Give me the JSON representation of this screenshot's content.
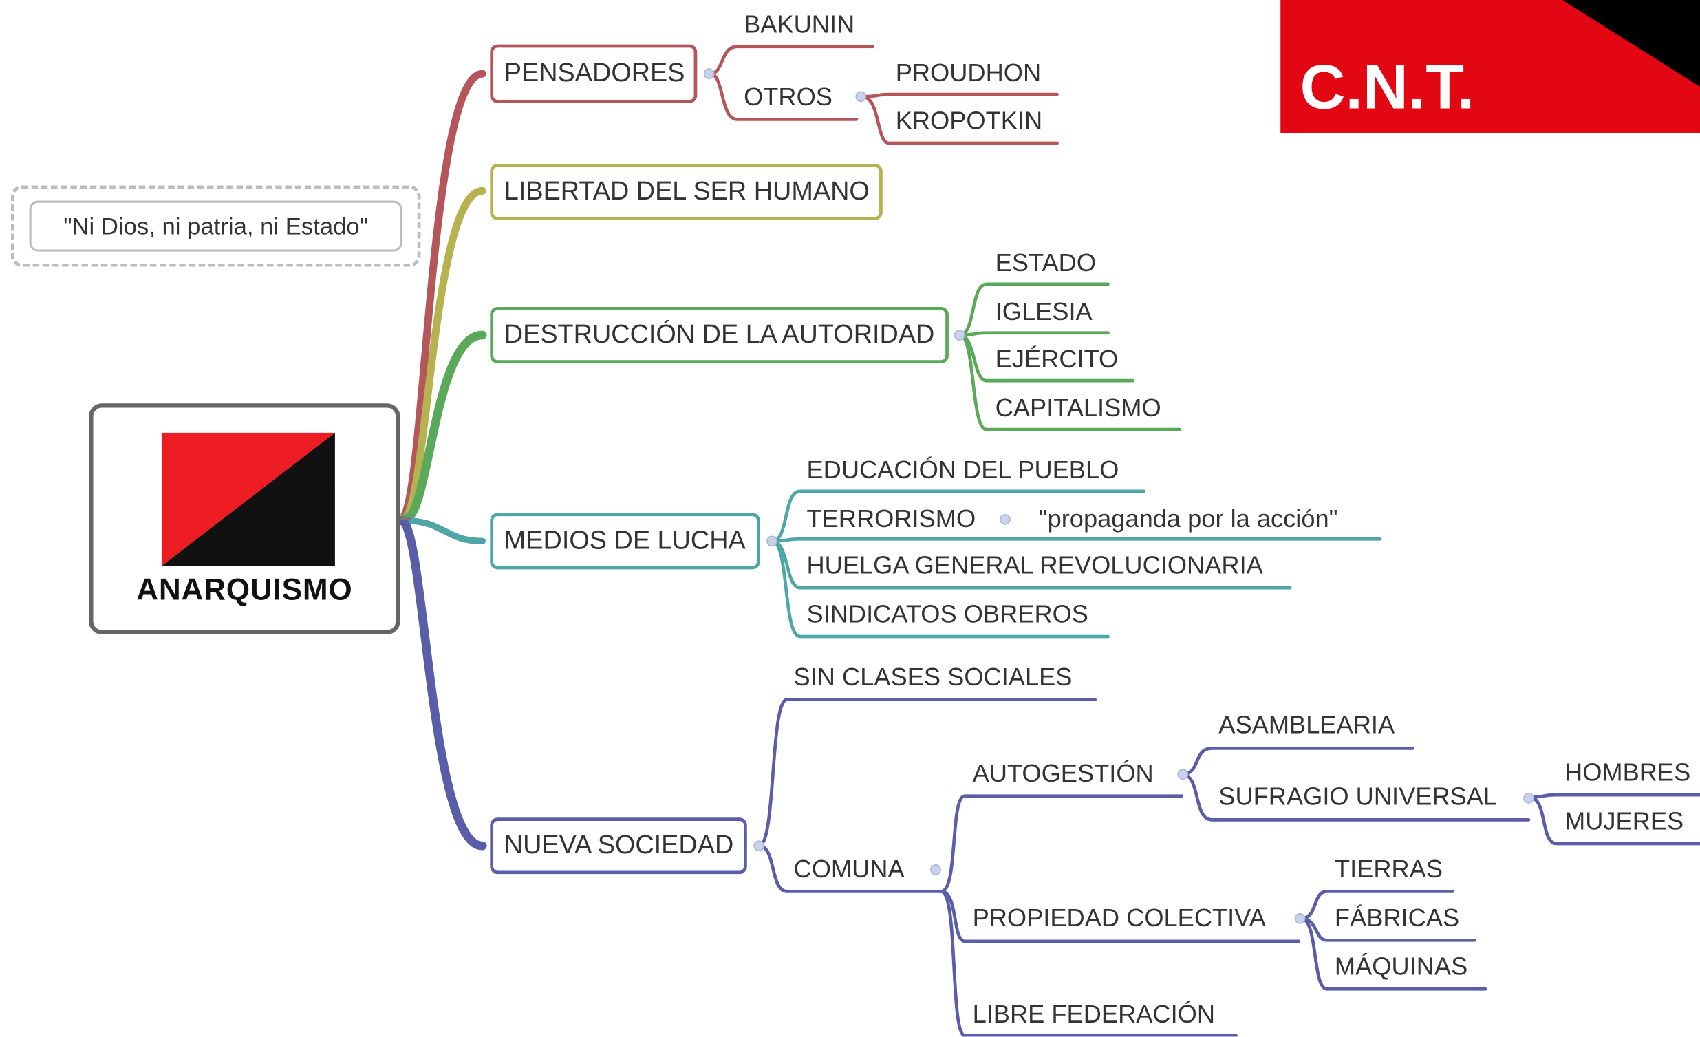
{
  "root": {
    "label": "ANARQUISMO",
    "flag_colors": {
      "red": "#ee1d23",
      "black": "#111111"
    }
  },
  "quote": {
    "text": "\"Ni Dios, ni patria,  ni Estado\""
  },
  "logo": {
    "text": "C.N.T.",
    "colors": {
      "red": "#e30613",
      "black": "#000000",
      "text": "#ffffff"
    }
  },
  "branch_colors": {
    "pensadores": "#b5575a",
    "libertad": "#b6b24f",
    "destruccion": "#5aa85a",
    "medios": "#4ea6a6",
    "nueva": "#5a5ea8"
  },
  "branches": {
    "pensadores": {
      "label": "PENSADORES",
      "bakunin": "BAKUNIN",
      "otros": "OTROS",
      "proudhon": "PROUDHON",
      "kropotkin": "KROPOTKIN"
    },
    "libertad": {
      "label": "LIBERTAD DEL SER HUMANO"
    },
    "destruccion": {
      "label": "DESTRUCCIÓN DE LA AUTORIDAD",
      "items": [
        "ESTADO",
        "IGLESIA",
        "EJÉRCITO",
        "CAPITALISMO"
      ]
    },
    "medios": {
      "label": "MEDIOS DE LUCHA",
      "educacion": "EDUCACIÓN DEL PUEBLO",
      "terrorismo": "TERRORISMO",
      "propaganda": "\"propaganda por la acción\"",
      "huelga": "HUELGA GENERAL REVOLUCIONARIA",
      "sindicatos": "SINDICATOS OBREROS"
    },
    "nueva": {
      "label": "NUEVA SOCIEDAD",
      "sin_clases": "SIN CLASES SOCIALES",
      "comuna": "COMUNA",
      "autogestion": "AUTOGESTIÓN",
      "asamblearia": "ASAMBLEARIA",
      "sufragio": "SUFRAGIO UNIVERSAL",
      "hombres": "HOMBRES",
      "mujeres": "MUJERES",
      "propiedad": "PROPIEDAD COLECTIVA",
      "tierras": "TIERRAS",
      "fabricas": "FÁBRICAS",
      "maquinas": "MÁQUINAS",
      "libre_federacion": "LIBRE FEDERACIÓN"
    }
  }
}
